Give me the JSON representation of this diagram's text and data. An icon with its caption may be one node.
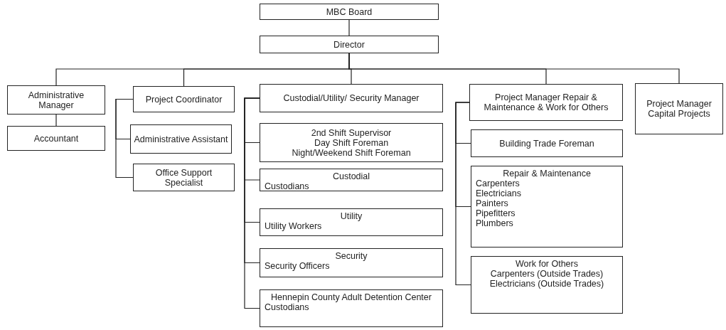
{
  "diagram": {
    "nodes": [
      {
        "text": [
          "MBC Board"
        ]
      },
      {
        "text": [
          "Director"
        ]
      },
      {
        "text": [
          "Administrative Manager"
        ]
      },
      {
        "text": [
          "Accountant"
        ]
      },
      {
        "text": [
          "Project Coordinator"
        ]
      },
      {
        "text": [
          "Administrative Assistant"
        ]
      },
      {
        "text": [
          "Office Support Specialist"
        ]
      },
      {
        "text": [
          "Custodial/Utility/ Security Manager"
        ]
      },
      {
        "text": [
          "2nd Shift Supervisor",
          "Day Shift Foreman",
          "Night/Weekend Shift Foreman"
        ]
      },
      {
        "text": [
          "Custodial",
          "Custodians"
        ]
      },
      {
        "text": [
          "Utility",
          "Utility Workers"
        ]
      },
      {
        "text": [
          "Security",
          "Security Officers"
        ]
      },
      {
        "text": [
          "Hennepin County Adult Detention Center",
          "Custodians"
        ]
      },
      {
        "text": [
          "Project Manager Repair & Maintenance & Work for Others"
        ]
      },
      {
        "text": [
          "Building Trade Foreman"
        ]
      },
      {
        "text": [
          "Repair & Maintenance",
          "Carpenters",
          "Electricians",
          "Painters",
          "Pipefitters",
          "Plumbers"
        ]
      },
      {
        "text": [
          "Work for Others",
          "Carpenters (Outside Trades)",
          "Electricians (Outside Trades)"
        ]
      },
      {
        "text": [
          "Project Manager Capital Projects"
        ]
      }
    ],
    "edges": [
      {
        "from": 0,
        "to": 1,
        "arrow": "none"
      },
      {
        "from": 1,
        "to": 2,
        "arrow": "none"
      },
      {
        "from": 1,
        "to": 4,
        "arrow": "none"
      },
      {
        "from": 1,
        "to": 7,
        "arrow": "none"
      },
      {
        "from": 1,
        "to": 13,
        "arrow": "none"
      },
      {
        "from": 1,
        "to": 17,
        "arrow": "none"
      },
      {
        "from": 2,
        "to": 3,
        "arrow": "none"
      },
      {
        "from": 4,
        "to": 5,
        "arrow": "none"
      },
      {
        "from": 4,
        "to": 6,
        "arrow": "none"
      },
      {
        "from": 7,
        "to": 8,
        "arrow": "none"
      },
      {
        "from": 7,
        "to": 9,
        "arrow": "none"
      },
      {
        "from": 7,
        "to": 10,
        "arrow": "none"
      },
      {
        "from": 7,
        "to": 11,
        "arrow": "none"
      },
      {
        "from": 7,
        "to": 12,
        "arrow": "none"
      },
      {
        "from": 13,
        "to": 14,
        "arrow": "none"
      },
      {
        "from": 13,
        "to": 15,
        "arrow": "none"
      },
      {
        "from": 13,
        "to": 16,
        "arrow": "none"
      }
    ]
  }
}
